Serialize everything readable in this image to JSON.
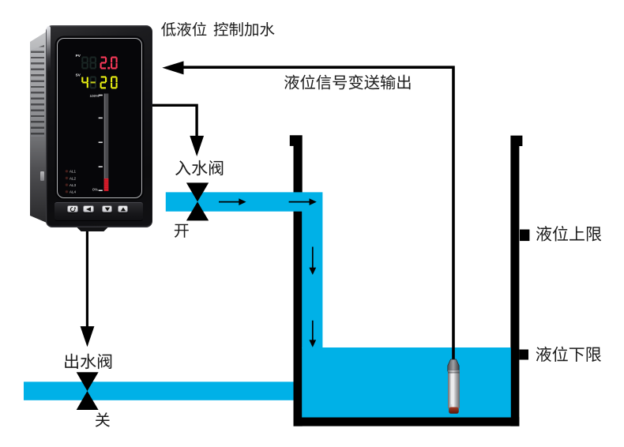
{
  "scene": {
    "title": "低液位 控制加水",
    "signal_label": "液位信号变送输出",
    "inlet_valve": {
      "label": "入水阀",
      "state": "开"
    },
    "outlet_valve": {
      "label": "出水阀",
      "state": "关"
    },
    "upper_limit_label": "液位上限",
    "lower_limit_label": "液位下限",
    "colors": {
      "water": "#00b1e7",
      "line": "#000000",
      "text": "#1c1c1c"
    }
  },
  "instrument": {
    "pv_label": "PV",
    "sv_label": "SV",
    "pv_cells": [
      {
        "ch": "8",
        "lit": false
      },
      {
        "ch": "8",
        "lit": false
      },
      {
        "ch": "2",
        "lit": true,
        "dp": true
      },
      {
        "ch": "0",
        "lit": true
      }
    ],
    "sv_cells": [
      {
        "ch": "4",
        "lit": true
      },
      {
        "ch": "-",
        "lit": true,
        "dim": true,
        "ghost": "8"
      },
      {
        "ch": "2",
        "lit": true
      },
      {
        "ch": "0",
        "lit": true
      }
    ],
    "pv_color": "#fb3a5a",
    "sv_color": "#e8ef12",
    "bargraph": {
      "top_label": "100%",
      "bottom_label": "0%",
      "percent": 13,
      "ticks": [
        100,
        75,
        50,
        25,
        0
      ]
    },
    "alarms": [
      {
        "label": "AL1"
      },
      {
        "label": "AL2"
      },
      {
        "label": "AL3"
      },
      {
        "label": "AL4"
      }
    ],
    "buttons": [
      {
        "icon": "loop-arrow-icon"
      },
      {
        "icon": "left-triangle-icon"
      },
      {
        "icon": "down-triangle-icon"
      },
      {
        "icon": "up-triangle-icon"
      }
    ]
  }
}
